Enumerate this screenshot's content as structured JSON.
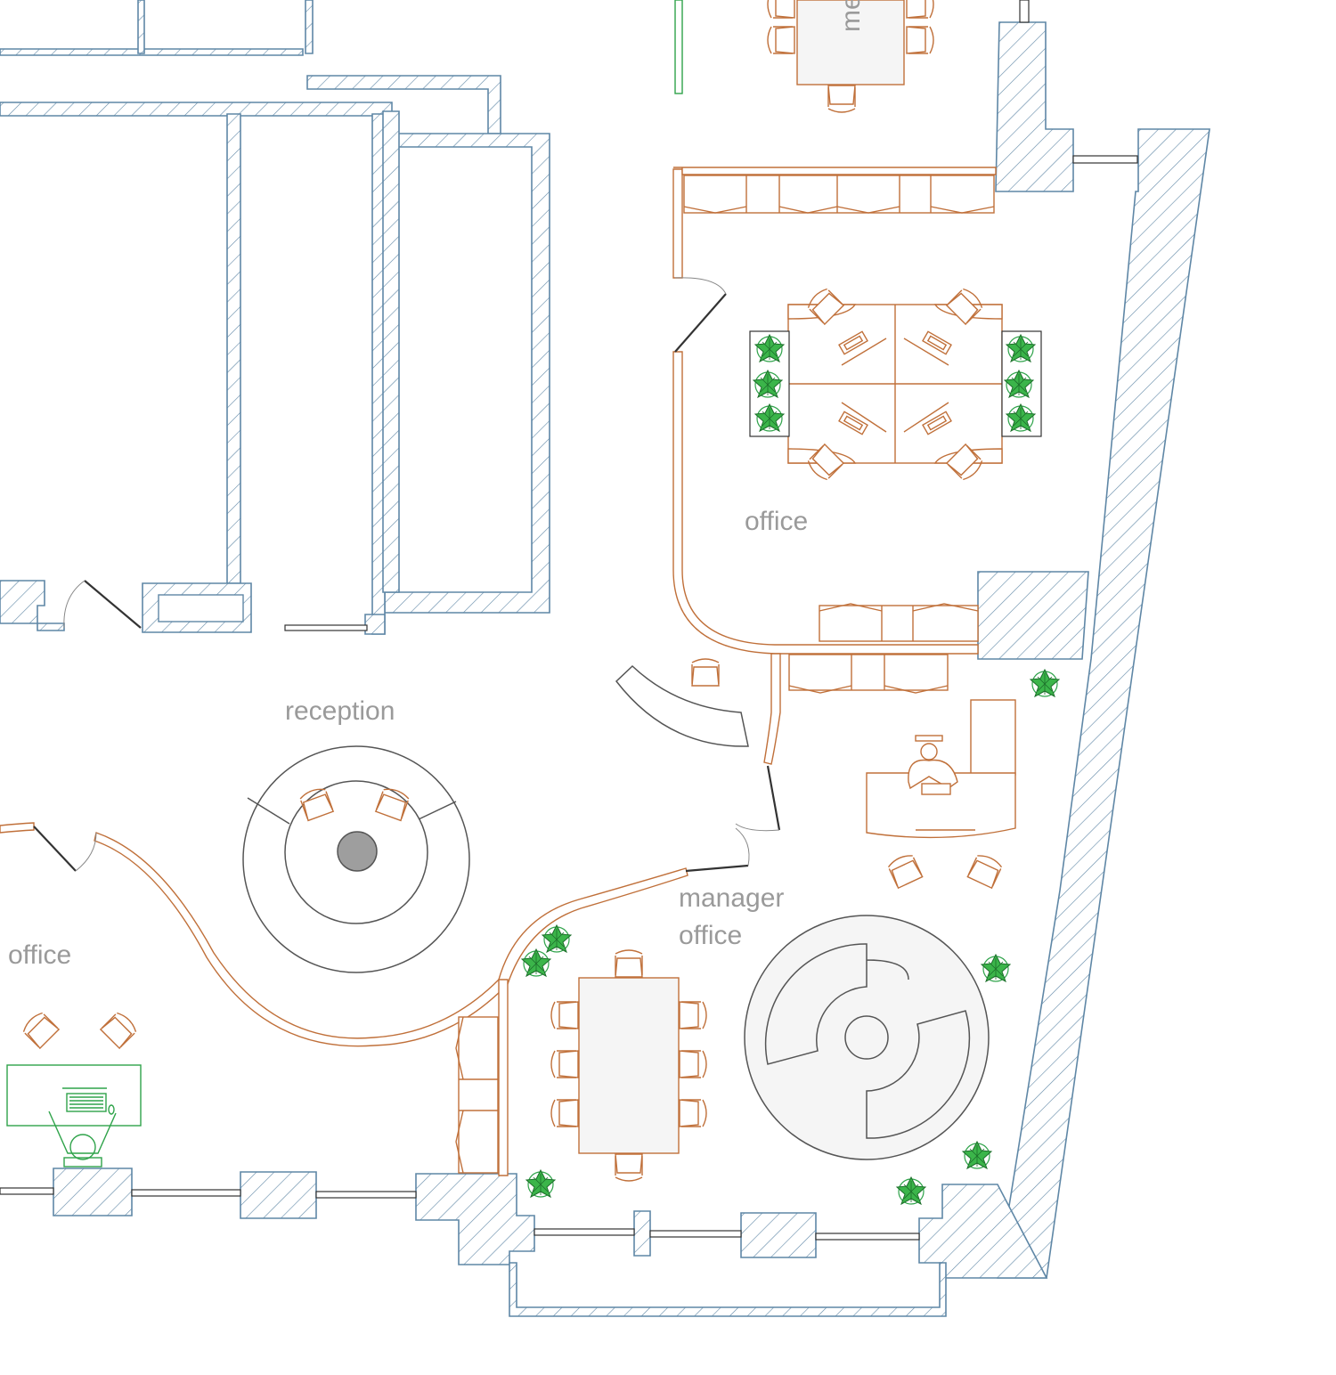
{
  "rooms": {
    "meeting_partial": "me",
    "office_upper": "office",
    "reception": "reception",
    "office_left": "office",
    "manager_line1": "manager",
    "manager_line2": "office"
  },
  "colors": {
    "wall": "#5f87a6",
    "furniture": "#c0703a",
    "plant": "#2fa34a",
    "label": "#9a9a9a"
  },
  "icons": [
    "plant-icon",
    "chair-icon",
    "door-icon",
    "window-icon",
    "person-icon",
    "computer-icon"
  ]
}
